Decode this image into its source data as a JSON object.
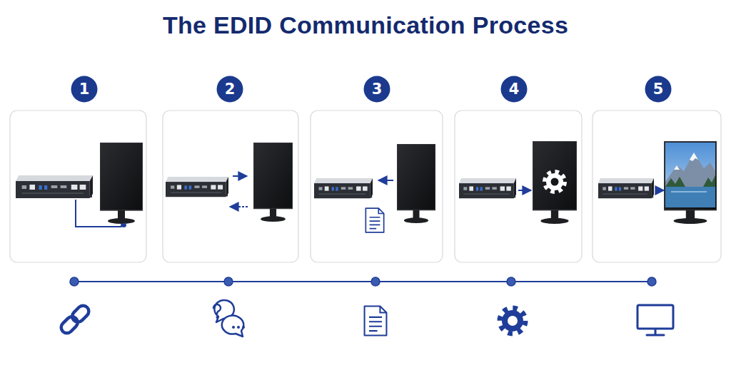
{
  "diagram": {
    "title": "The EDID Communication Process",
    "nodes": [
      {
        "text": [
          "1"
        ]
      },
      {
        "text": [
          "2"
        ]
      },
      {
        "text": [
          "3"
        ]
      },
      {
        "text": [
          "4"
        ]
      },
      {
        "text": [
          "5"
        ]
      }
    ]
  }
}
